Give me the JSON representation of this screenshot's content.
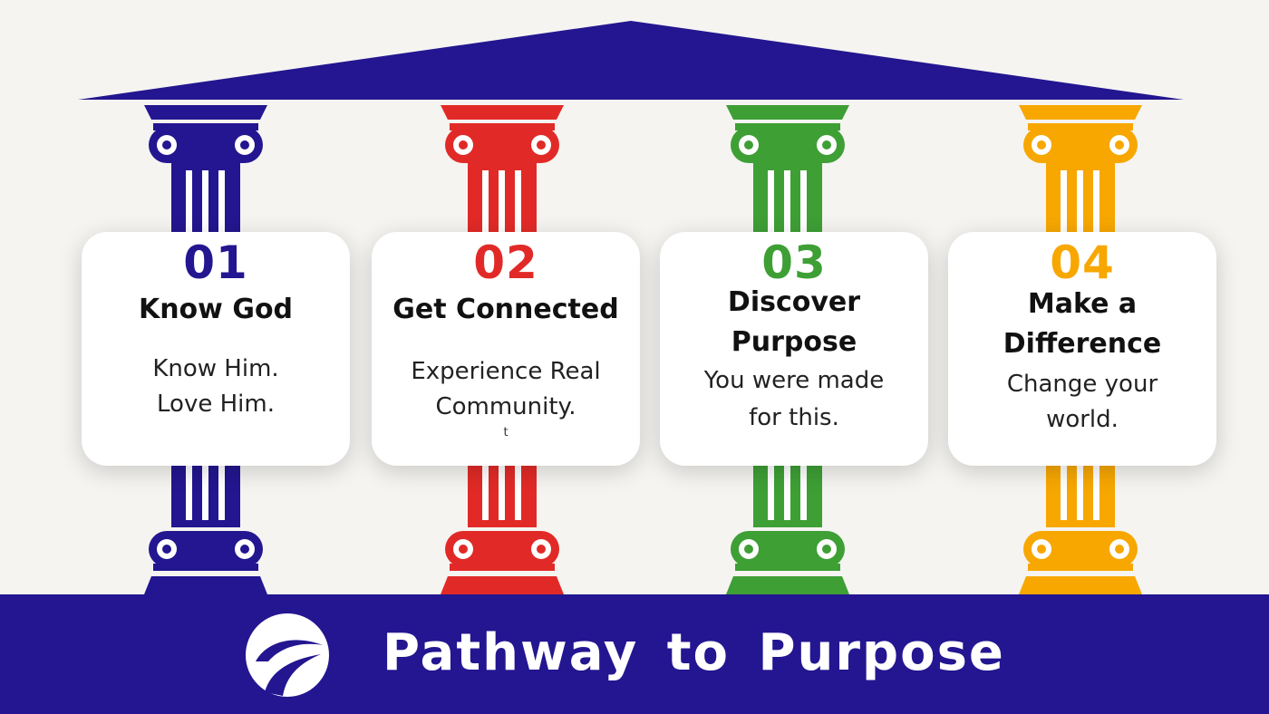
{
  "colors": {
    "navy": "#231690",
    "red": "#e12a27",
    "green": "#3e9f35",
    "orange": "#f7a700",
    "background": "#f5f4f1"
  },
  "pillars": [
    {
      "number": "01",
      "title": "Know God",
      "description": [
        "Know Him.",
        "Love Him."
      ],
      "color": "#231690"
    },
    {
      "number": "02",
      "title": "Get Connected",
      "description": [
        "Experience Real",
        "Community."
      ],
      "note": "t",
      "color": "#e12a27"
    },
    {
      "number": "03",
      "title": [
        "Discover",
        "Purpose"
      ],
      "description": [
        "You were made",
        "for this."
      ],
      "color": "#3e9f35"
    },
    {
      "number": "04",
      "title": [
        "Make a",
        "Difference"
      ],
      "description": [
        "Change your",
        "world."
      ],
      "color": "#f7a700"
    }
  ],
  "footer": {
    "title": "Pathway to Purpose",
    "logo_icon": "road-circle-logo-icon"
  }
}
